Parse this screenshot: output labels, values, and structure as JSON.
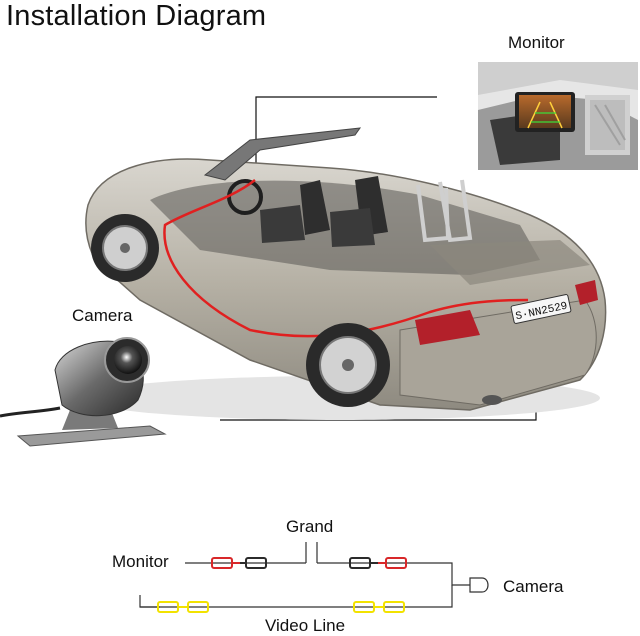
{
  "title": "Installation Diagram",
  "labels": {
    "monitor_top": "Monitor",
    "camera": "Camera",
    "grand": "Grand",
    "monitor_wire": "Monitor",
    "camera_wire": "Camera",
    "video_line": "Video Line"
  },
  "car": {
    "license_plate": "S·NN2529"
  },
  "colors": {
    "red_connector": "#d8282a",
    "black_connector": "#2b2b2b",
    "yellow_wire": "#f2e200",
    "wire": "#333333",
    "car_body": "#b9b4a8",
    "car_wire": "#e02020"
  }
}
